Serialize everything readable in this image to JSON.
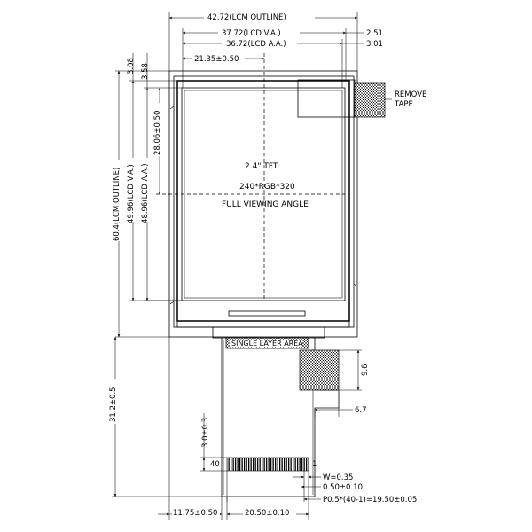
{
  "dimensions": {
    "lcm_outline_width": "42.72(LCM OUTLINE)",
    "lcd_va_width": "37.72(LCD V.A.)",
    "lcd_aa_width": "36.72(LCD A.A.)",
    "offset_right_va": "2.51",
    "offset_right_aa": "3.01",
    "center_x": "21.35±0.50",
    "offset_top_va": "3.08",
    "offset_top_aa": "3.58",
    "center_y": "28.06±0.50",
    "lcm_outline_height": "60.4(LCM OUTLINE)",
    "lcd_va_height": "49.96(LCD V.A.)",
    "lcd_aa_height": "48.96(LCD A.A.)",
    "fpc_length": "31.2±0.5",
    "pad_height": "3.0±0.3",
    "stiffener_height": "9.6",
    "stiffener_width": "6.7",
    "pin_width": "W=0.35",
    "pin_gap": "0.50±0.10",
    "pin_pitch": "P0.5*(40-1)=19.50±0.05",
    "fpc_left_offset": "11.75±0.50",
    "pad_width": "20.50±0.10"
  },
  "labels": {
    "remove": "REMOVE",
    "tape": "TAPE",
    "display_size": "2.4\" TFT",
    "resolution": "240*RGB*320",
    "viewing_angle": "FULL VIEWING ANGLE",
    "single_layer": "SINGLE LAYER AREA",
    "pin_40": "40",
    "pin_1": "1"
  }
}
